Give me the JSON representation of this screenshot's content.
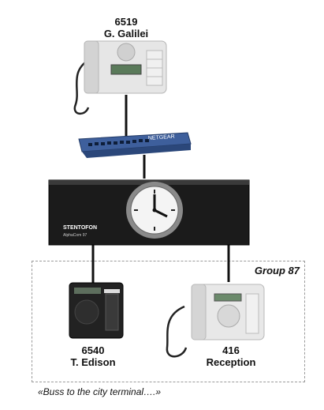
{
  "stations": {
    "top": {
      "number": "6519",
      "name": "G. Galilei"
    },
    "left": {
      "number": "6540",
      "name": "T. Edison"
    },
    "right": {
      "number": "416",
      "name": "Reception"
    }
  },
  "switch": {
    "brand": "NETGEAR"
  },
  "exchange": {
    "brand": "STENTOFON",
    "model": "AlphaCom 97"
  },
  "group": {
    "label": "Group 87"
  },
  "caption": "«Buss to the city terminal….»",
  "icons": [
    "desk-phone-icon",
    "network-switch-icon",
    "intercom-exchange-icon",
    "clock-icon"
  ]
}
